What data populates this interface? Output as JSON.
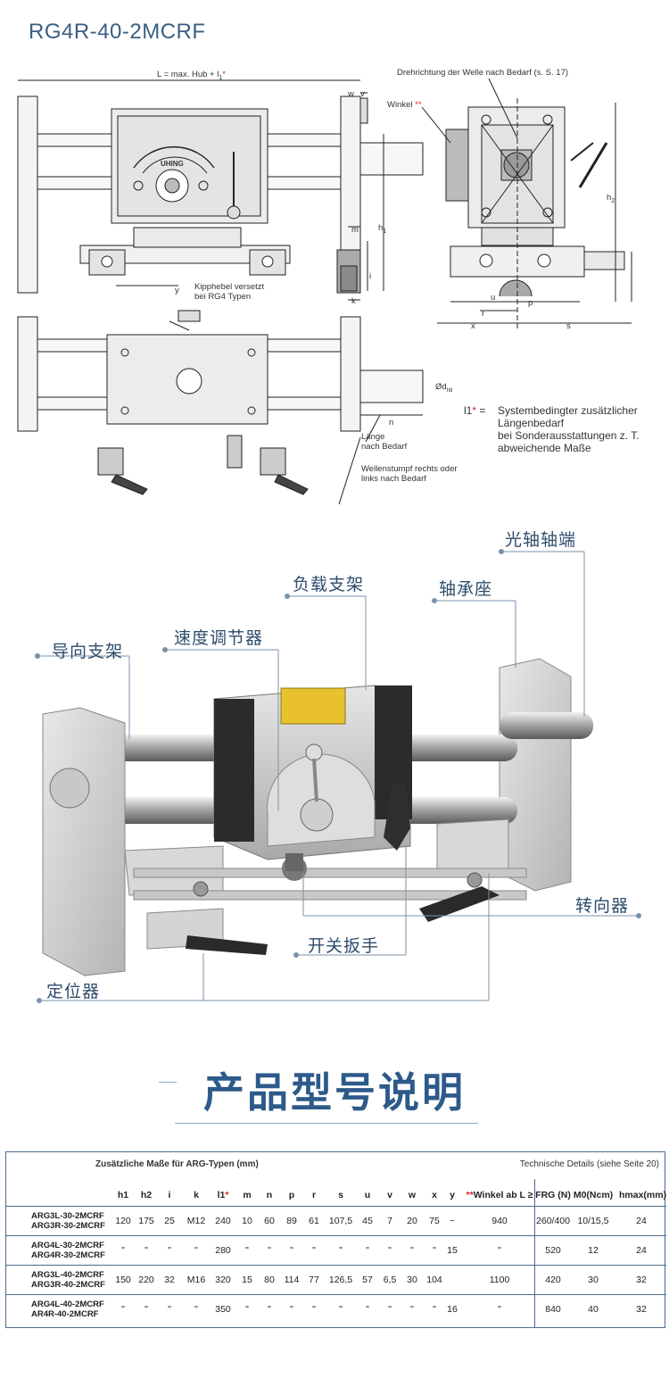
{
  "page_title": "RG4R-40-2MCRF",
  "drawing": {
    "dim_L": "L = max. Hub + l",
    "dim_L_sub": "1",
    "dim_L_star": "*",
    "dim_w": "w",
    "dim_v": "v",
    "dim_m": "m",
    "dim_i": "i",
    "dim_k": "k",
    "dim_h1": "h",
    "dim_h1_sub": "1",
    "dim_y": "y",
    "kipphebel_1": "Kipphebel versetzt",
    "kipphebel_2": "bei RG4 Typen",
    "drehrichtung": "Drehrichtung der Welle nach Bedarf  (s. S. 17)",
    "winkel": "Winkel",
    "winkel_star": "**",
    "dim_h2": "h",
    "dim_h2_sub": "2",
    "dim_u": "u",
    "dim_p": "p",
    "dim_r": "r",
    "dim_x": "x",
    "dim_s": "s",
    "dim_d": "Ød",
    "dim_d_sub": "h8",
    "dim_n": "n",
    "laenge_1": "Länge",
    "laenge_2": "nach Bedarf",
    "wellen_1": "Wellenstumpf rechts oder",
    "wellen_2": "links nach Bedarf",
    "footnote_sym": "l1",
    "footnote_star": "*",
    "footnote_eq": "=",
    "footnote_text_1": "Systembedingter zusätzlicher",
    "footnote_text_2": "Längenbedarf",
    "footnote_text_3": "bei Sonderausstattungen z. T.",
    "footnote_text_4": "abweichende Maße",
    "dial_brand": "UHING"
  },
  "callouts": {
    "guide_bracket": "导向支架",
    "speed_regulator": "速度调节器",
    "load_bracket": "负载支架",
    "bearing_seat": "轴承座",
    "shaft_end": "光轴轴端",
    "reverser": "转向器",
    "switch_lever": "开关扳手",
    "positioner": "定位器"
  },
  "heading": "产品型号说明",
  "table": {
    "header_left": "Zusätzliche Maße für  ARG-Typen (mm)",
    "header_right": "Technische Details (siehe Seite 20)",
    "columns": [
      "h1",
      "h2",
      "i",
      "k",
      "l1*",
      "m",
      "n",
      "p",
      "r",
      "s",
      "u",
      "v",
      "w",
      "x",
      "y",
      "**Winkel ab L ≥",
      "FRG (N)",
      "M0(Ncm)",
      "hmax(mm)"
    ],
    "rows": [
      {
        "model_1": "ARG3L-30-2MCRF",
        "model_2": "ARG3R-30-2MCRF",
        "cells": [
          "120",
          "175",
          "25",
          "M12",
          "240",
          "10",
          "60",
          "89",
          "61",
          "107,5",
          "45",
          "7",
          "20",
          "75",
          "~",
          "940",
          "260/400",
          "10/15,5",
          "24"
        ]
      },
      {
        "model_1": "ARG4L-30-2MCRF",
        "model_2": "ARG4R-30-2MCRF",
        "cells": [
          "\"",
          "\"",
          "\"",
          "\"",
          "280",
          "\"",
          "\"",
          "\"",
          "\"",
          "\"",
          "\"",
          "\"",
          "\"",
          "\"",
          "15",
          "\"",
          "520",
          "12",
          "24"
        ]
      },
      {
        "model_1": "ARG3L-40-2MCRF",
        "model_2": "ARG3R-40-2MCRF",
        "cells": [
          "150",
          "220",
          "32",
          "M16",
          "320",
          "15",
          "80",
          "114",
          "77",
          "126,5",
          "57",
          "6,5",
          "30",
          "104",
          "",
          "1100",
          "420",
          "30",
          "32"
        ]
      },
      {
        "model_1": "ARG4L-40-2MCRF",
        "model_2": "AR4R-40-2MCRF",
        "cells": [
          "\"",
          "\"",
          "\"",
          "\"",
          "350",
          "\"",
          "\"",
          "\"",
          "\"",
          "\"",
          "\"",
          "\"",
          "\"",
          "\"",
          "16",
          "\"",
          "840",
          "40",
          "32"
        ]
      }
    ]
  }
}
